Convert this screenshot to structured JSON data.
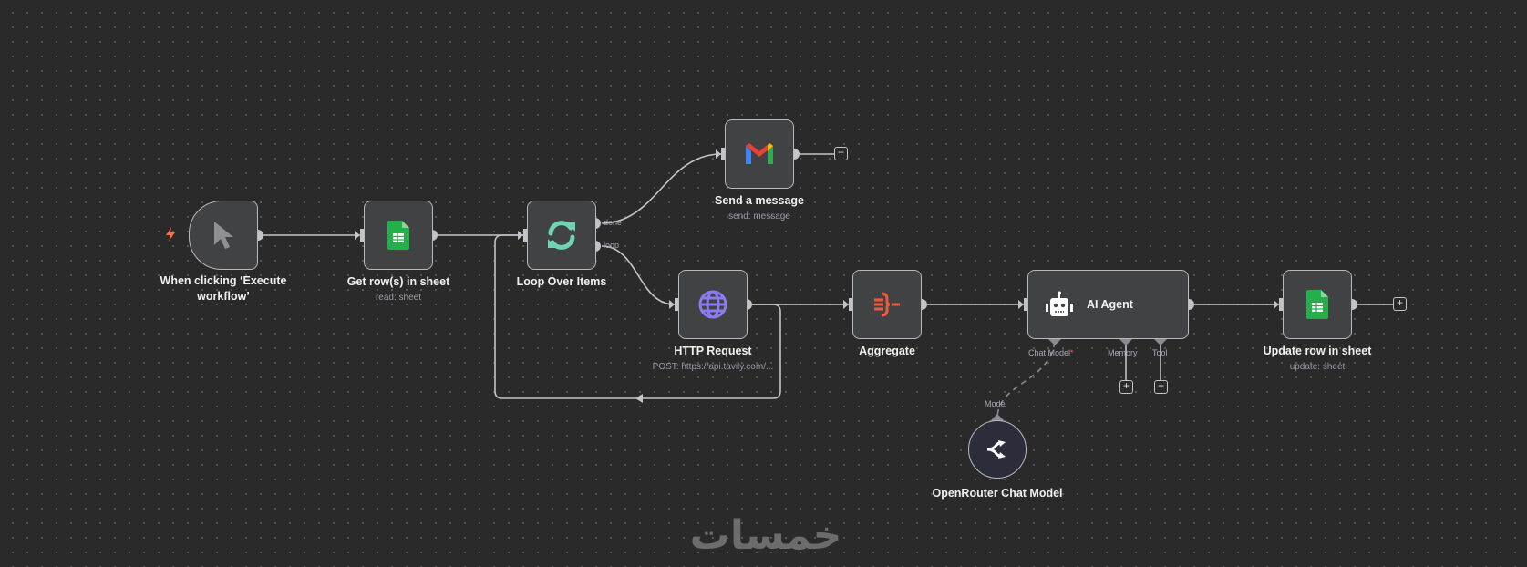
{
  "nodes": {
    "trigger": {
      "title": "When clicking ‘Execute workflow’"
    },
    "get_rows": {
      "title": "Get row(s) in sheet",
      "subtitle": "read: sheet"
    },
    "loop": {
      "title": "Loop Over Items",
      "out_done": "done",
      "out_loop": "loop"
    },
    "send": {
      "title": "Send a message",
      "subtitle": "send: message"
    },
    "http": {
      "title": "HTTP Request",
      "subtitle": "POST: https://api.tavily.com/..."
    },
    "aggregate": {
      "title": "Aggregate"
    },
    "agent": {
      "title": "AI Agent",
      "port_chat": "Chat Model",
      "required": "*",
      "port_memory": "Memory",
      "port_tool": "Tool"
    },
    "update": {
      "title": "Update row in sheet",
      "subtitle": "update: sheet"
    },
    "openrouter": {
      "title": "OpenRouter Chat Model",
      "port": "Model"
    }
  },
  "plus": "+",
  "watermark": "خمسات",
  "colors": {
    "sheets": "#23b04b",
    "loop": "#6fd3b4",
    "globe": "#8a7cf0",
    "aggregate": "#f05a3c",
    "bolt": "#ff6d4a"
  }
}
